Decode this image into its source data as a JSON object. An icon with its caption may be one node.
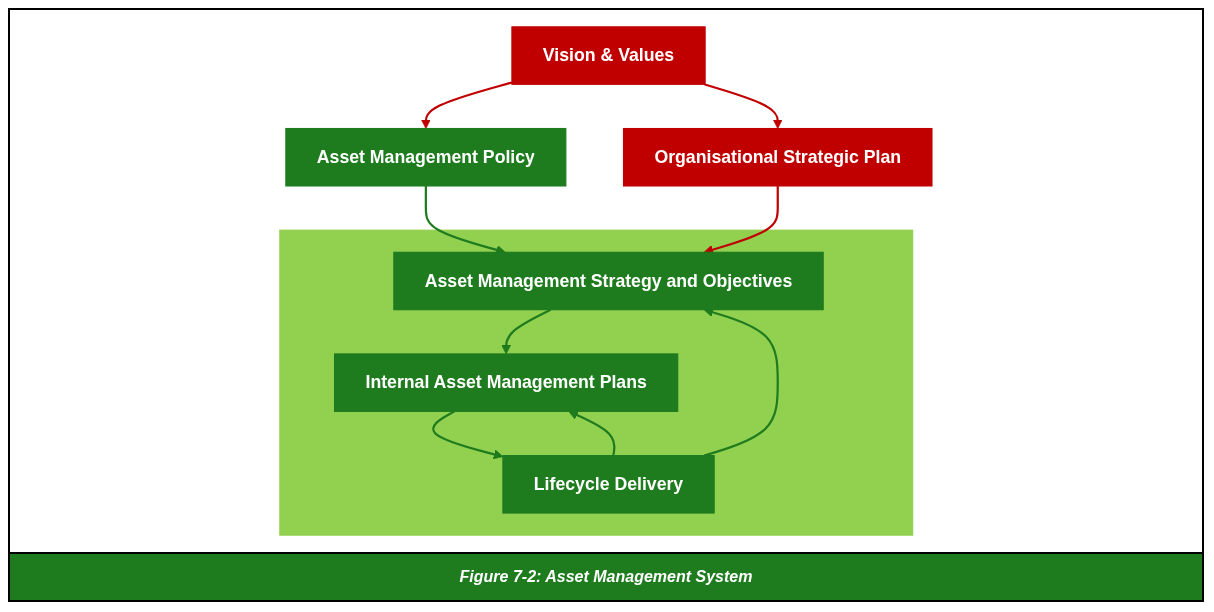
{
  "diagram": {
    "caption": "Figure 7-2: Asset Management System",
    "nodes": [
      {
        "text": [
          "Vision & Values"
        ]
      },
      {
        "text": [
          "Organisational Strategic Plan"
        ]
      },
      {
        "text": [
          "Asset Management Policy"
        ]
      },
      {
        "text": [],
        "shape": "box"
      },
      {
        "text": [
          "Asset Management Strategy and Objectives"
        ],
        "in": 3
      },
      {
        "text": [
          "Internal Asset Management Plans"
        ],
        "in": 3
      },
      {
        "text": [
          "Lifecycle Delivery"
        ],
        "in": 3
      }
    ],
    "edges": [
      {
        "from": 0,
        "to": 2,
        "arrow": "to",
        "color": "#c00000"
      },
      {
        "from": 0,
        "to": 1,
        "arrow": "to",
        "color": "#c00000"
      },
      {
        "from": 1,
        "to": 4,
        "arrow": "to",
        "color": "#c00000"
      },
      {
        "from": 2,
        "to": 4,
        "arrow": "to"
      },
      {
        "from": 4,
        "to": 5,
        "arrow": "to"
      },
      {
        "from": 5,
        "to": 6,
        "arrow": "to"
      },
      {
        "from": 6,
        "to": 4,
        "arrow": "to"
      },
      {
        "from": 6,
        "to": 5,
        "arrow": "to"
      }
    ]
  }
}
